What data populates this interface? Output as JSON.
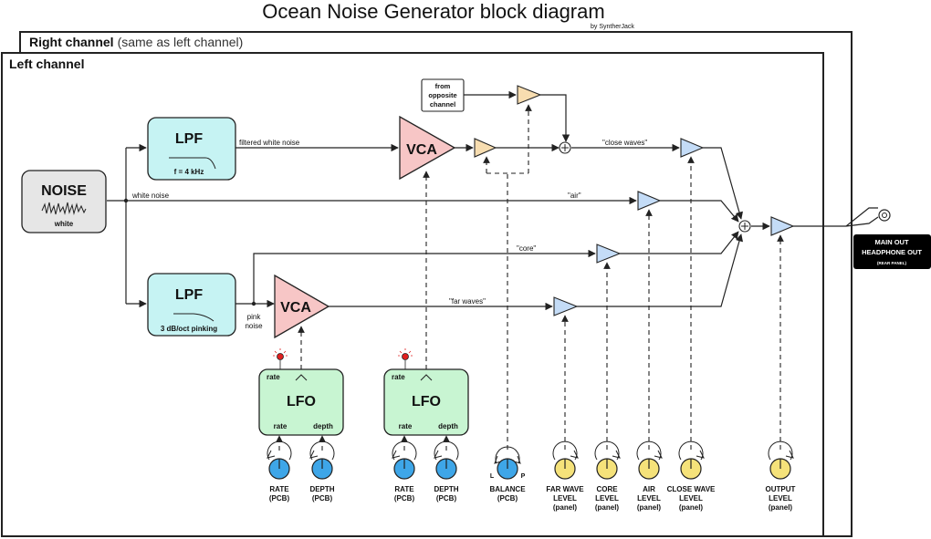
{
  "title": "Ocean Noise Generator block diagram",
  "byline": "by SyntherJack",
  "panels": {
    "right_channel_bold": "Right channel",
    "right_channel_note": "(same as left channel)",
    "left_channel": "Left channel"
  },
  "blocks": {
    "noise": {
      "label": "NOISE",
      "sub": "white"
    },
    "lpf_top": {
      "label": "LPF",
      "sub": "f = 4 kHz"
    },
    "lpf_bottom": {
      "label": "LPF",
      "sub": "3 dB/oct pinking"
    },
    "vca_top": "VCA",
    "vca_bottom": "VCA",
    "lfo_left": {
      "label": "LFO",
      "rate_in": "rate",
      "rate_out": "rate",
      "depth": "depth"
    },
    "lfo_right": {
      "label": "LFO",
      "rate_in": "rate",
      "rate_out": "rate",
      "depth": "depth"
    },
    "from_opposite": [
      "from",
      "opposite",
      "channel"
    ]
  },
  "signals": {
    "filtered_white": "filtered white noise",
    "white": "white noise",
    "pink": [
      "pink",
      "noise"
    ],
    "close_waves": "\"close waves\"",
    "air": "\"air\"",
    "core": "\"core\"",
    "far_waves": "\"far waves\""
  },
  "output": {
    "line1": "MAIN OUT",
    "line2": "HEADPHONE OUT",
    "line3": "(REAR PANEL)"
  },
  "knobs": {
    "rate1": [
      "RATE",
      "(PCB)"
    ],
    "depth1": [
      "DEPTH",
      "(PCB)"
    ],
    "rate2": [
      "RATE",
      "(PCB)"
    ],
    "depth2": [
      "DEPTH",
      "(PCB)"
    ],
    "balance": [
      "BALANCE",
      "(PCB)"
    ],
    "balance_l": "L",
    "balance_p": "P",
    "far_wave": [
      "FAR WAVE",
      "LEVEL",
      "(panel)"
    ],
    "core": [
      "CORE",
      "LEVEL",
      "(panel)"
    ],
    "air": [
      "AIR",
      "LEVEL",
      "(panel)"
    ],
    "close_wave": [
      "CLOSE WAVE",
      "LEVEL",
      "(panel)"
    ],
    "output": [
      "OUTPUT",
      "LEVEL",
      "(panel)"
    ]
  },
  "colors": {
    "noise_fill": "#e6e6e6",
    "lpf_fill": "#c6f3f3",
    "vca_fill": "#f7c6c6",
    "lfo_fill": "#c8f5d2",
    "balance_amp_fill": "#f7ddb0",
    "vol_amp_fill": "#c4dcf7",
    "blue_knob": "#3ea6e8",
    "yellow_knob": "#f5e27a",
    "led": "#e02020",
    "out_label_bg": "#000000"
  }
}
